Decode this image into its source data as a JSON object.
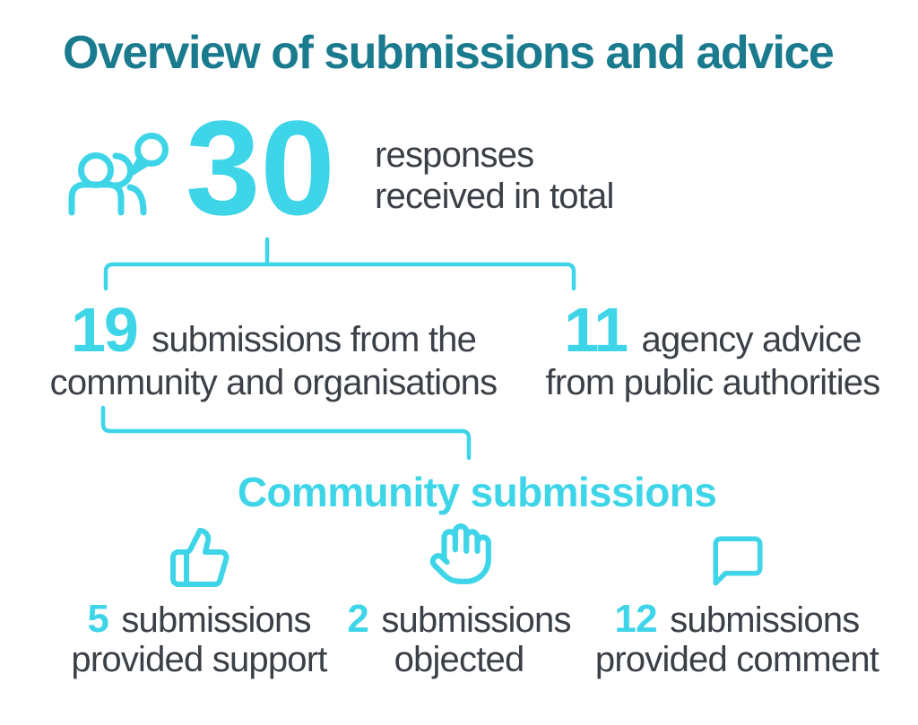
{
  "colors": {
    "accent_cyan": "#3fd5e8",
    "accent_teal": "#1a7a8e",
    "text_dark": "#3b4046",
    "background": "#ffffff"
  },
  "title": "Overview of submissions and advice",
  "hero": {
    "icon": "people-speech-bubble",
    "value": "30",
    "line1": "responses",
    "line2": "received in total"
  },
  "breakdown": {
    "left": {
      "value": "19",
      "line1": "submissions from the",
      "line2": "community and organisations"
    },
    "right": {
      "value": "11",
      "line1": "agency advice",
      "line2": "from public authorities"
    }
  },
  "community": {
    "heading": "Community submissions",
    "items": [
      {
        "icon": "thumbs-up",
        "value": "5",
        "line1": "submissions",
        "line2": "provided support"
      },
      {
        "icon": "raised-hand",
        "value": "2",
        "line1": "submissions",
        "line2": "objected"
      },
      {
        "icon": "speech-bubble",
        "value": "12",
        "line1": "submissions",
        "line2": "provided comment"
      }
    ]
  }
}
